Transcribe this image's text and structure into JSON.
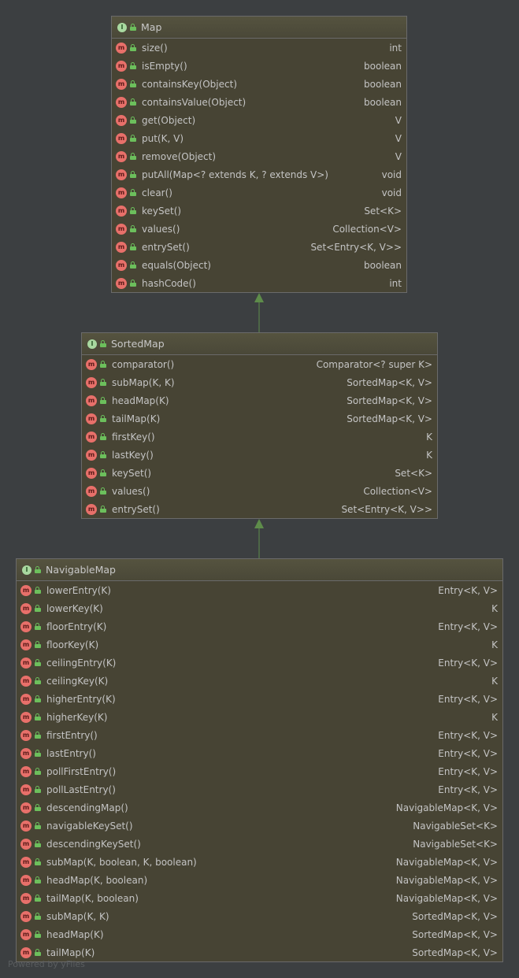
{
  "diagram": {
    "nodes": [
      {
        "id": "map",
        "stereotype": "I",
        "name": "Map",
        "methods": [
          {
            "badge": "m",
            "name": "size()",
            "type": "int"
          },
          {
            "badge": "m",
            "name": "isEmpty()",
            "type": "boolean"
          },
          {
            "badge": "m",
            "name": "containsKey(Object)",
            "type": "boolean"
          },
          {
            "badge": "m",
            "name": "containsValue(Object)",
            "type": "boolean"
          },
          {
            "badge": "m",
            "name": "get(Object)",
            "type": "V"
          },
          {
            "badge": "m",
            "name": "put(K, V)",
            "type": "V"
          },
          {
            "badge": "m",
            "name": "remove(Object)",
            "type": "V"
          },
          {
            "badge": "m",
            "name": "putAll(Map<? extends K, ? extends V>)",
            "type": "void"
          },
          {
            "badge": "m",
            "name": "clear()",
            "type": "void"
          },
          {
            "badge": "m",
            "name": "keySet()",
            "type": "Set<K>"
          },
          {
            "badge": "m",
            "name": "values()",
            "type": "Collection<V>"
          },
          {
            "badge": "m",
            "name": "entrySet()",
            "type": "Set<Entry<K, V>>"
          },
          {
            "badge": "m",
            "name": "equals(Object)",
            "type": "boolean"
          },
          {
            "badge": "m",
            "name": "hashCode()",
            "type": "int"
          }
        ]
      },
      {
        "id": "sortedmap",
        "stereotype": "I",
        "name": "SortedMap",
        "methods": [
          {
            "badge": "m",
            "name": "comparator()",
            "type": "Comparator<? super K>"
          },
          {
            "badge": "m",
            "name": "subMap(K, K)",
            "type": "SortedMap<K, V>"
          },
          {
            "badge": "m",
            "name": "headMap(K)",
            "type": "SortedMap<K, V>"
          },
          {
            "badge": "m",
            "name": "tailMap(K)",
            "type": "SortedMap<K, V>"
          },
          {
            "badge": "m",
            "name": "firstKey()",
            "type": "K"
          },
          {
            "badge": "m",
            "name": "lastKey()",
            "type": "K"
          },
          {
            "badge": "m",
            "name": "keySet()",
            "type": "Set<K>"
          },
          {
            "badge": "m",
            "name": "values()",
            "type": "Collection<V>"
          },
          {
            "badge": "m",
            "name": "entrySet()",
            "type": "Set<Entry<K, V>>"
          }
        ]
      },
      {
        "id": "navigablemap",
        "stereotype": "I",
        "name": "NavigableMap",
        "methods": [
          {
            "badge": "m",
            "name": "lowerEntry(K)",
            "type": "Entry<K, V>"
          },
          {
            "badge": "m",
            "name": "lowerKey(K)",
            "type": "K"
          },
          {
            "badge": "m",
            "name": "floorEntry(K)",
            "type": "Entry<K, V>"
          },
          {
            "badge": "m",
            "name": "floorKey(K)",
            "type": "K"
          },
          {
            "badge": "m",
            "name": "ceilingEntry(K)",
            "type": "Entry<K, V>"
          },
          {
            "badge": "m",
            "name": "ceilingKey(K)",
            "type": "K"
          },
          {
            "badge": "m",
            "name": "higherEntry(K)",
            "type": "Entry<K, V>"
          },
          {
            "badge": "m",
            "name": "higherKey(K)",
            "type": "K"
          },
          {
            "badge": "m",
            "name": "firstEntry()",
            "type": "Entry<K, V>"
          },
          {
            "badge": "m",
            "name": "lastEntry()",
            "type": "Entry<K, V>"
          },
          {
            "badge": "m",
            "name": "pollFirstEntry()",
            "type": "Entry<K, V>"
          },
          {
            "badge": "m",
            "name": "pollLastEntry()",
            "type": "Entry<K, V>"
          },
          {
            "badge": "m",
            "name": "descendingMap()",
            "type": "NavigableMap<K, V>"
          },
          {
            "badge": "m",
            "name": "navigableKeySet()",
            "type": "NavigableSet<K>"
          },
          {
            "badge": "m",
            "name": "descendingKeySet()",
            "type": "NavigableSet<K>"
          },
          {
            "badge": "m",
            "name": "subMap(K, boolean, K, boolean)",
            "type": "NavigableMap<K, V>"
          },
          {
            "badge": "m",
            "name": "headMap(K, boolean)",
            "type": "NavigableMap<K, V>"
          },
          {
            "badge": "m",
            "name": "tailMap(K, boolean)",
            "type": "NavigableMap<K, V>"
          },
          {
            "badge": "m",
            "name": "subMap(K, K)",
            "type": "SortedMap<K, V>"
          },
          {
            "badge": "m",
            "name": "headMap(K)",
            "type": "SortedMap<K, V>"
          },
          {
            "badge": "m",
            "name": "tailMap(K)",
            "type": "SortedMap<K, V>"
          }
        ]
      }
    ],
    "edges": [
      {
        "from": "sortedmap",
        "to": "map",
        "kind": "extends"
      },
      {
        "from": "navigablemap",
        "to": "sortedmap",
        "kind": "extends"
      }
    ]
  },
  "colors": {
    "background": "#3c3f41",
    "node_fill": "#474434",
    "edge": "#5e8c4a",
    "interface_badge": "#a9d9a0",
    "method_badge": "#e8706a",
    "lock": "#6cbf5c"
  },
  "watermark": "Powered by yFiles"
}
